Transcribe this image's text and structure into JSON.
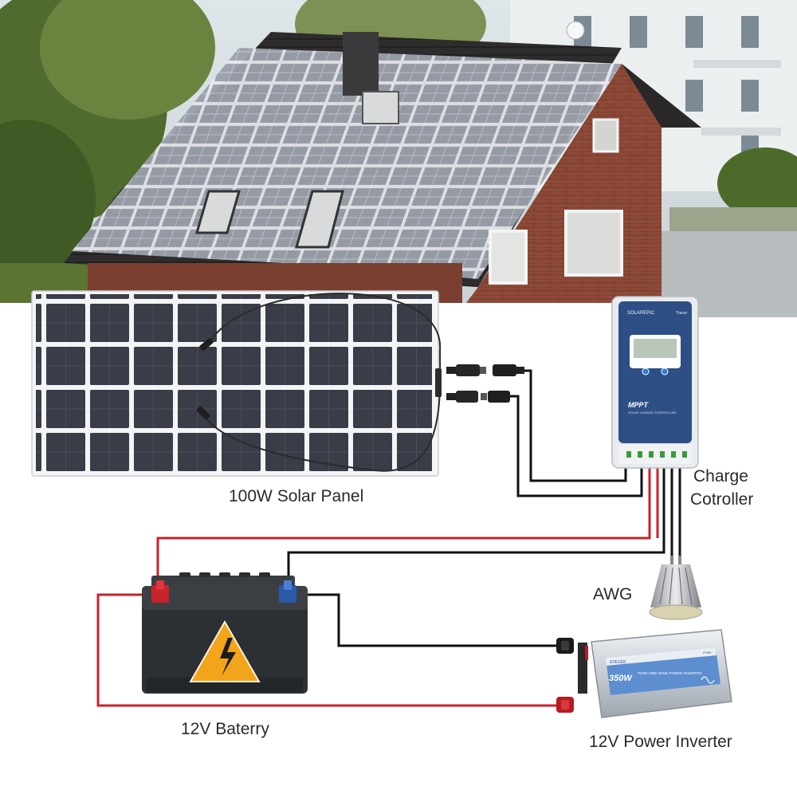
{
  "labels": {
    "solar_panel": "100W Solar Panel",
    "charge_controller_line1": "Charge",
    "charge_controller_line2": "Cotroller",
    "awg": "AWG",
    "battery": "12V Baterry",
    "inverter": "12V Power Inverter"
  },
  "device_text": {
    "controller_brand": "SOLAREPIC",
    "controller_model": "Tracer",
    "controller_type": "MPPT",
    "controller_subtitle": "SOLAR CHARGE CONTROLLER",
    "inverter_brand": "EPEVER",
    "inverter_model": "IP350",
    "inverter_power": "350W",
    "inverter_subtitle": "PURE SINE WAVE POWER INVERTER"
  },
  "colors": {
    "positive_wire": "#c8232a",
    "negative_wire": "#111111",
    "controller_body": "#2e4f86",
    "battery_warning": "#f2a51b"
  },
  "icons": [
    "house-photo",
    "solar-panel",
    "mc4-connector",
    "charge-controller",
    "led-bulb",
    "battery",
    "warning-lightning-icon",
    "power-inverter",
    "sine-wave-icon"
  ]
}
